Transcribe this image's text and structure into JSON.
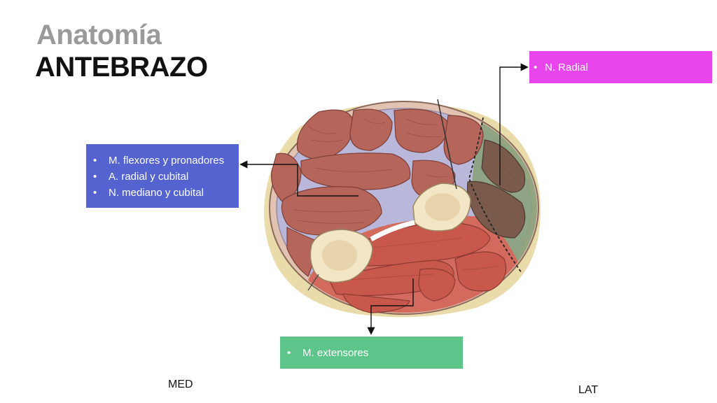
{
  "header": {
    "title": "Anatomía",
    "subtitle": "ANTEBRAZO"
  },
  "callouts": {
    "flexores": {
      "items": [
        "M. flexores y pronadores",
        "A. radial y cubital",
        "N. mediano y cubital"
      ],
      "color": "#5463cf"
    },
    "radial": {
      "items": [
        "N. Radial"
      ],
      "color": "#e846ec"
    },
    "extensores": {
      "items": [
        "M. extensores"
      ],
      "color": "#5ec58a"
    }
  },
  "orientation": {
    "medial": "MED",
    "lateral": "LAT"
  },
  "colors": {
    "skin": "#e8cfc0",
    "fascia": "#b8b6d8",
    "muscle_flexor": "#b5655a",
    "muscle_extensor": "#c8584c",
    "muscle_lateral": "#7a5a4a",
    "lateral_compartment": "#8aa27a",
    "bone": "#f2e4c4"
  }
}
